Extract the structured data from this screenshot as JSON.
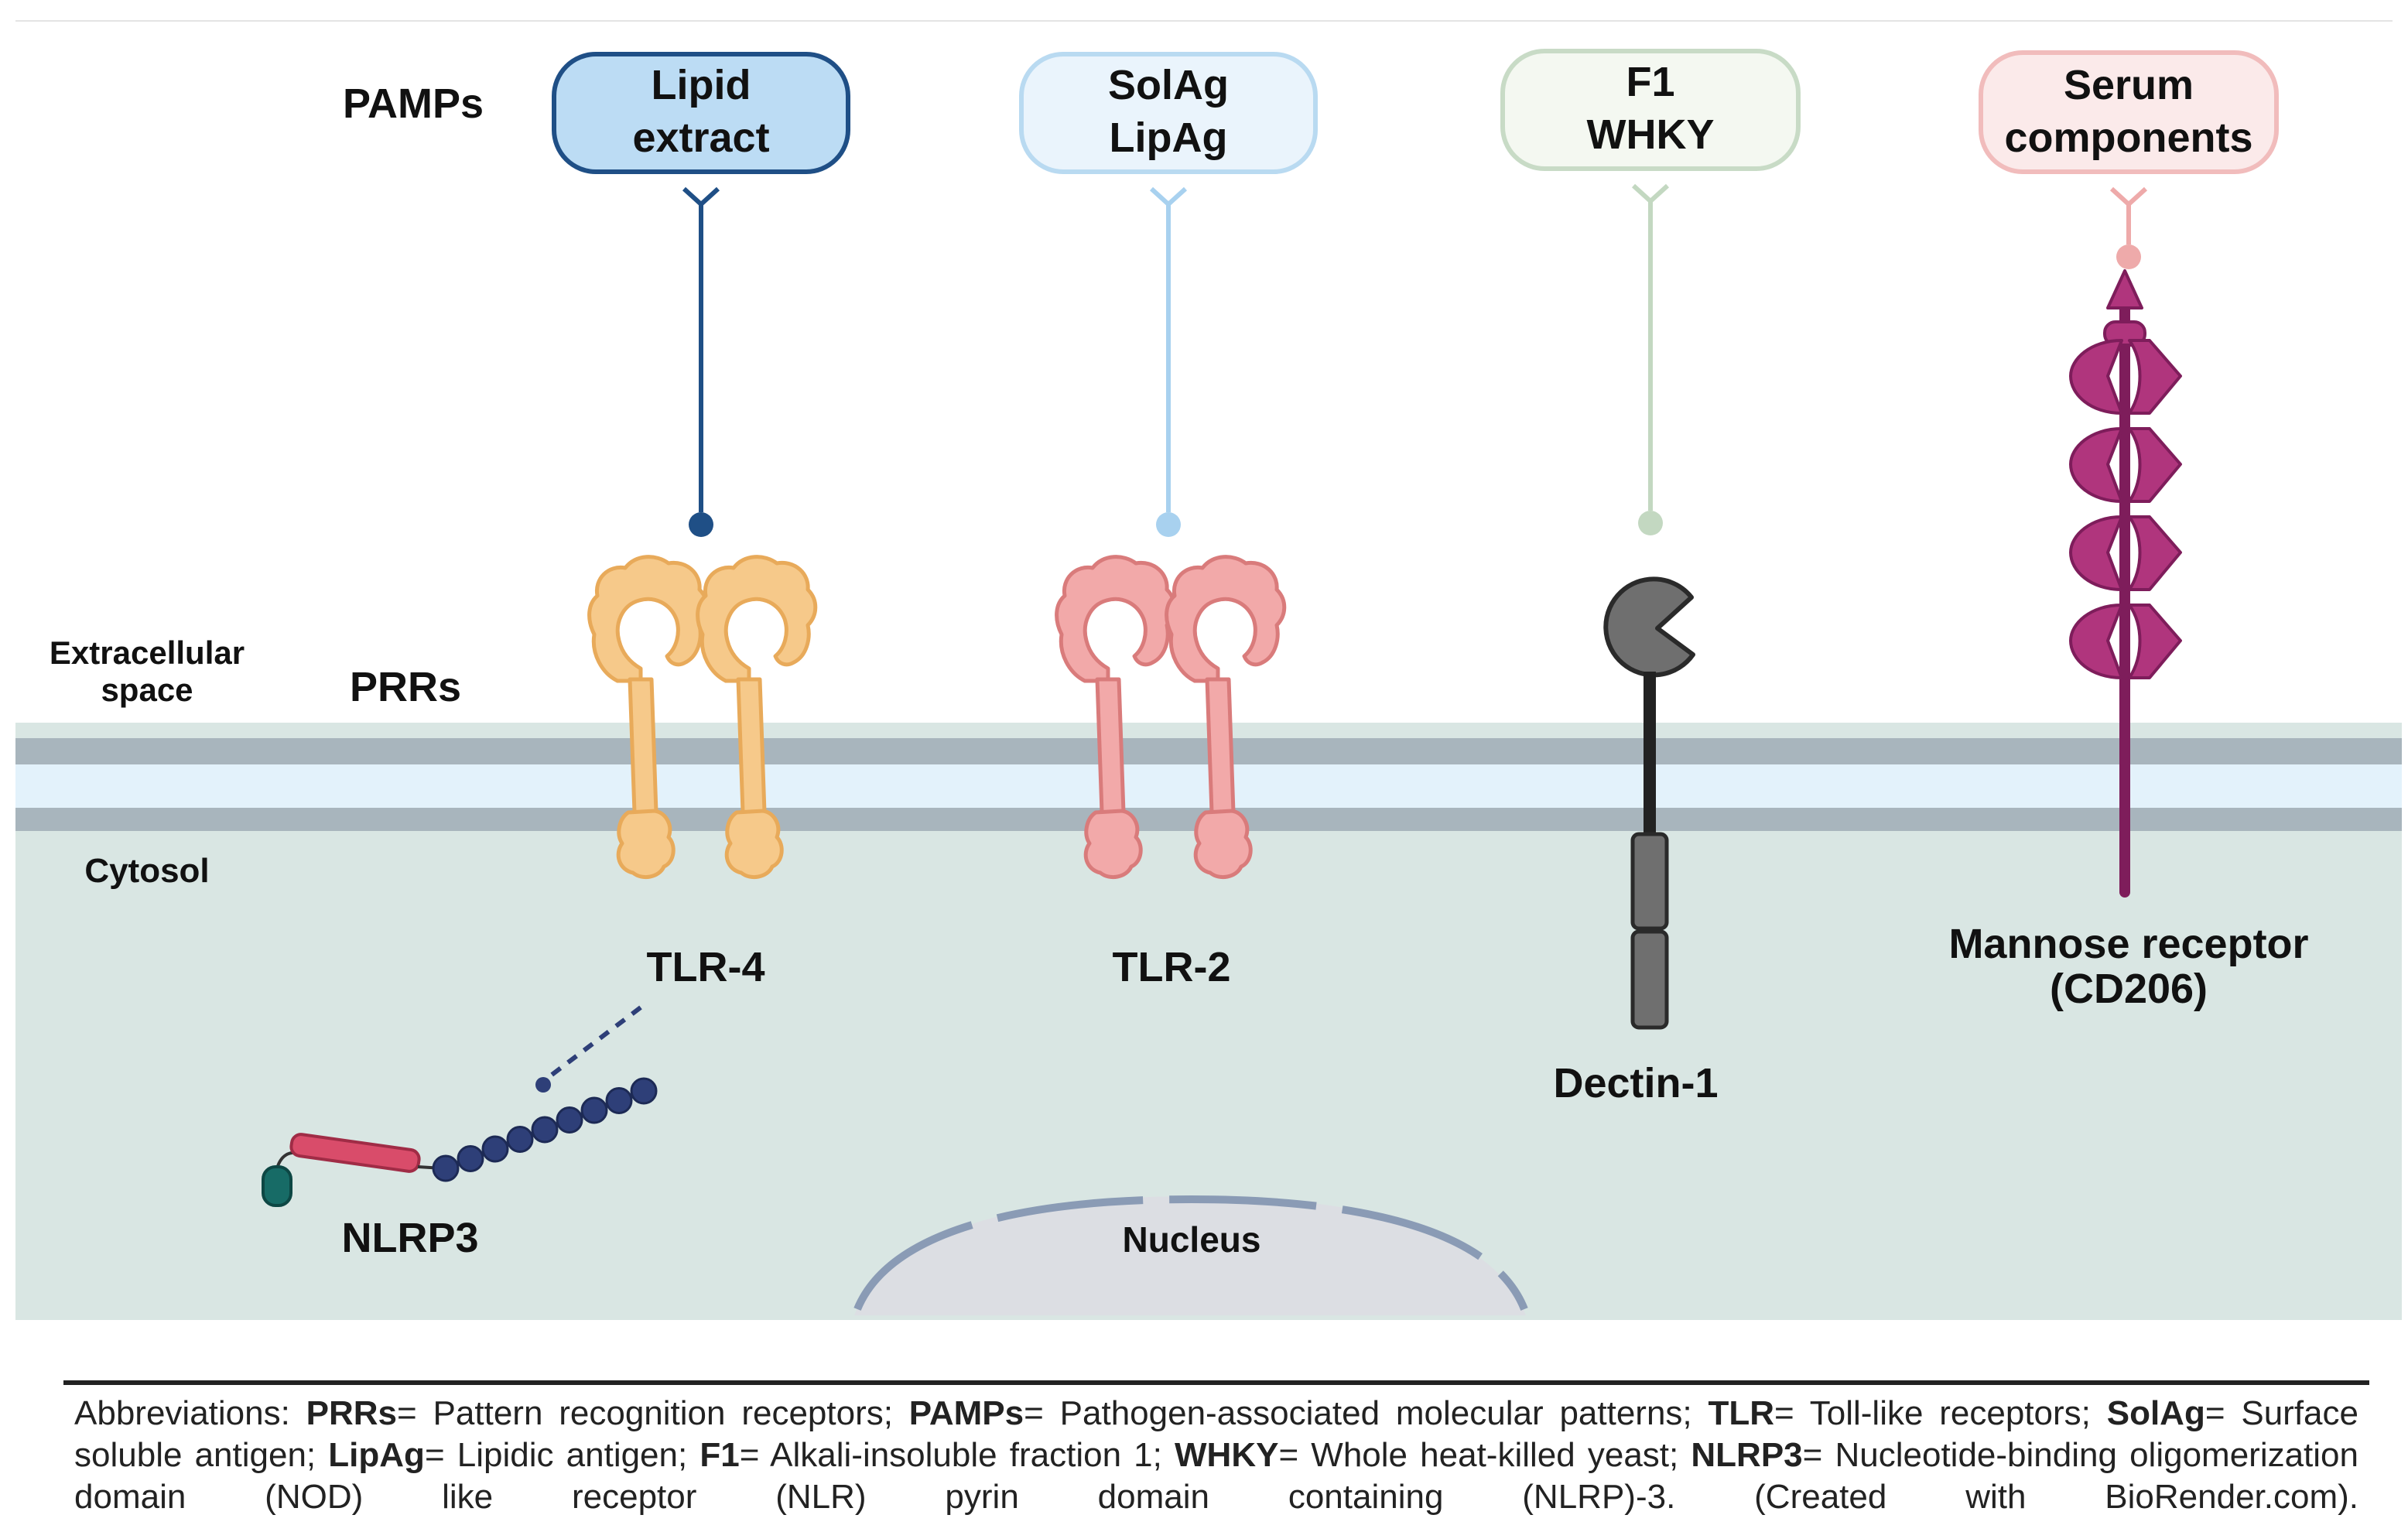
{
  "labels": {
    "pamps": "PAMPs",
    "extracellular_line1": "Extracellular",
    "extracellular_line2": "space",
    "prrs": "PRRs",
    "cytosol": "Cytosol",
    "nucleus": "Nucleus"
  },
  "ligands": [
    {
      "id": "lipid-extract",
      "line1": "Lipid",
      "line2": "extract",
      "fill": "#bcdcf4",
      "stroke": "#1f4f86",
      "stem": "#1f4f86"
    },
    {
      "id": "solag-lipag",
      "line1": "SolAg",
      "line2": "LipAg",
      "fill": "#eaf4fc",
      "stroke": "#b9daf1",
      "stem": "#a8d1ef"
    },
    {
      "id": "f1-whky",
      "line1": "F1",
      "line2": "WHKY",
      "fill": "#f4f8f1",
      "stroke": "#c8dbc6",
      "stem": "#c3d8c1"
    },
    {
      "id": "serum-components",
      "line1": "Serum",
      "line2": "components",
      "fill": "#fbeaea",
      "stroke": "#f1bcbc",
      "stem": "#eeaaaa"
    }
  ],
  "receptors": [
    {
      "id": "tlr4",
      "label": "TLR-4",
      "fill": "#f6c98a",
      "stroke": "#e8aa5a"
    },
    {
      "id": "tlr2",
      "label": "TLR-2",
      "fill": "#f2a9a9",
      "stroke": "#d97b7b"
    },
    {
      "id": "dectin1",
      "label": "Dectin-1",
      "fill": "#6f6f6f",
      "stroke": "#2a2a2a"
    },
    {
      "id": "mannose",
      "line1": "Mannose receptor",
      "line2": "(CD206)",
      "fill": "#b0357d",
      "stroke": "#7e1d5b"
    }
  ],
  "nlrp3": {
    "label": "NLRP3",
    "bar": "#d94c6a",
    "beads": "#2e3f78",
    "cap": "#176b66"
  },
  "colors": {
    "cytosol": "#d9e6e3",
    "membrane_gray": "#a8b5bd",
    "membrane_light": "#e3f2fb",
    "nucleus": "#dcdee3",
    "nucleus_edge": "#8a9bb5"
  },
  "caption": {
    "parts": [
      {
        "t": "Abbreviations: "
      },
      {
        "t": "PRRs",
        "b": true
      },
      {
        "t": "= Pattern recognition receptors; "
      },
      {
        "t": "PAMPs",
        "b": true
      },
      {
        "t": "= Pathogen-associated molecular patterns; "
      },
      {
        "t": "TLR",
        "b": true
      },
      {
        "t": "= Toll-like receptors; "
      },
      {
        "t": "SolAg",
        "b": true
      },
      {
        "t": "= Surface soluble antigen; "
      },
      {
        "t": "LipAg",
        "b": true
      },
      {
        "t": "= Lipidic antigen; "
      },
      {
        "t": "F1",
        "b": true
      },
      {
        "t": "= Alkali-insoluble fraction 1; "
      },
      {
        "t": "WHKY",
        "b": true
      },
      {
        "t": "= Whole heat-killed yeast; "
      },
      {
        "t": "NLRP3",
        "b": true
      },
      {
        "t": "= Nucleotide-binding oligomerization domain (NOD) like receptor (NLR) pyrin domain containing (NLRP)-3. (Created with BioRender.com)."
      }
    ]
  }
}
